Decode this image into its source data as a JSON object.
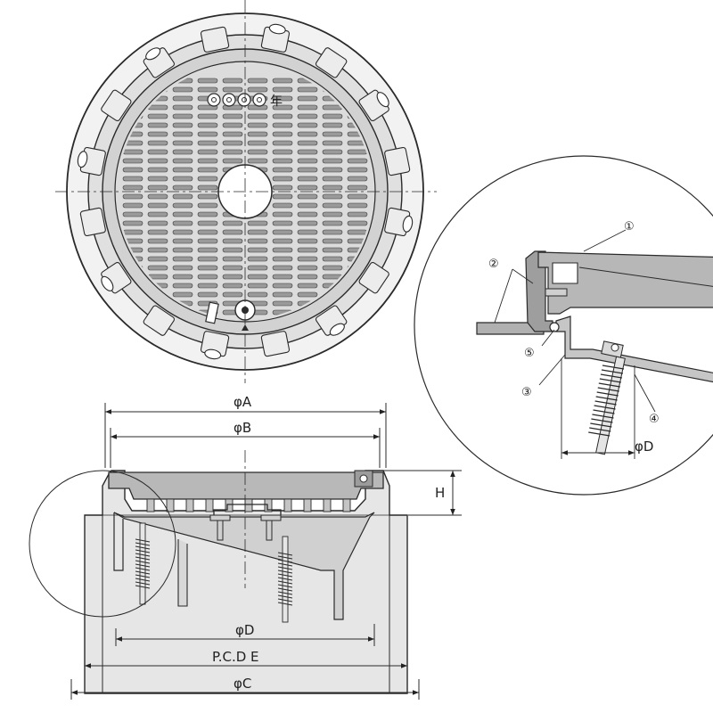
{
  "dimensions": {
    "phi_a": "φA",
    "phi_b": "φB",
    "phi_d": "φD",
    "pcd_e": "P.C.D E",
    "phi_c": "φC",
    "h": "H",
    "detail_phi_d": "φD"
  },
  "callouts": [
    "①",
    "②",
    "③",
    "④",
    "⑤"
  ],
  "lid_mark": "年",
  "colors": {
    "line": "#2a2a2a",
    "fill_dark": "#a9a9a9",
    "fill_mid": "#c8c8c8",
    "fill_light": "#e4e4e4"
  }
}
